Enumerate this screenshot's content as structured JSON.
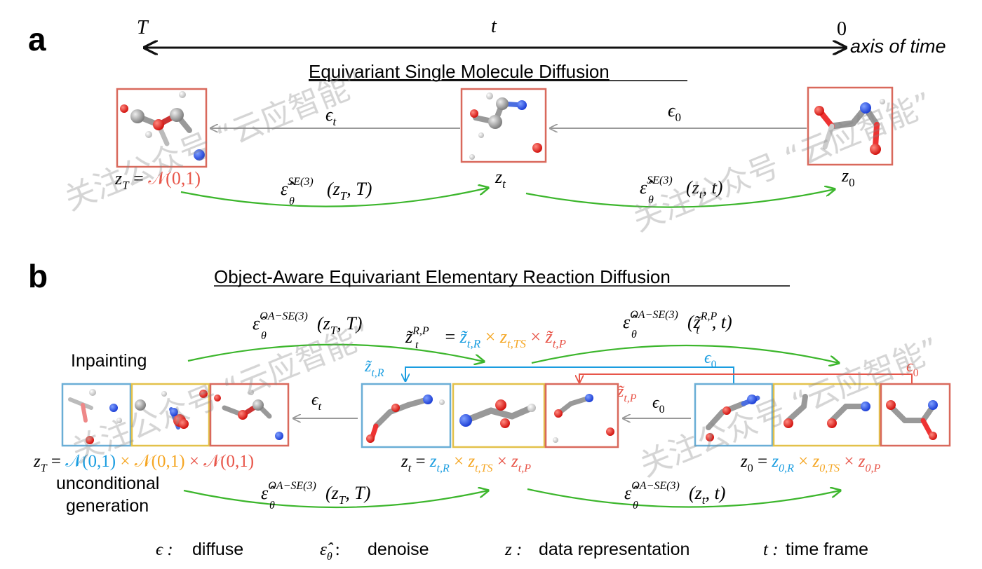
{
  "panel_a": {
    "label": "a",
    "title": "Equivariant Single Molecule Diffusion",
    "time_axis": {
      "left": "T",
      "middle": "t",
      "right": "0",
      "caption": "axis of time"
    },
    "eps_t": "ϵ",
    "eps_t_sub": "t",
    "eps_0": "ϵ",
    "eps_0_sub": "0",
    "zT_lhs": "z",
    "zT_lhs_sub": "T",
    "zT_eq": " = ",
    "zT_rhs": "𝒩(0,1)",
    "zt": "z",
    "zt_sub": "t",
    "z0": "z",
    "z0_sub": "0",
    "denoise_1": "ε̂",
    "denoise_1_sup": "SE(3)",
    "denoise_1_sub": "θ",
    "denoise_1_args": "(z",
    "denoise_1_args_sub": "T",
    "denoise_1_args_end": ", T)",
    "denoise_2": "ε̂",
    "denoise_2_sup": "SE(3)",
    "denoise_2_sub": "θ",
    "denoise_2_args": "(z",
    "denoise_2_args_sub": "t",
    "denoise_2_args_end": ", t)"
  },
  "panel_b": {
    "label": "b",
    "title": "Object-Aware Equivariant Elementary Reaction Diffusion",
    "inpainting": "Inpainting",
    "unconditional_1": "unconditional",
    "unconditional_2": "generation",
    "top_left_eps": "ε̂",
    "top_left_sup": "OA−SE(3)",
    "top_left_sub": "θ",
    "top_left_args": "(z",
    "top_left_args_sub": "T",
    "top_left_args_end": ", T)",
    "top_right_eps": "ε̂",
    "top_right_sup": "OA−SE(3)",
    "top_right_sub": "θ",
    "top_right_args": "(z̃",
    "top_right_args_sup": "R,P",
    "top_right_args_sub": "t",
    "top_right_args_end": ", t)",
    "center_eq_lhs": "z̃",
    "center_eq_lhs_sup": "R,P",
    "center_eq_lhs_sub": "t",
    "center_eq_eq": " = ",
    "center_eq_R": "z̃",
    "center_eq_R_sub": "t,R",
    "center_eq_TS": "z",
    "center_eq_TS_sub": "t,TS",
    "center_eq_P": "z̃",
    "center_eq_P_sub": "t,P",
    "times": " × ",
    "ztR_label": "z̃",
    "ztR_label_sub": "t,R",
    "ztP_label": "z̃",
    "ztP_label_sub": "t,P",
    "eps0_blue": "ϵ",
    "eps0_blue_sub": "0",
    "eps0_red": "ϵ",
    "eps0_red_sub": "0",
    "eps0_gray": "ϵ",
    "eps0_gray_sub": "0",
    "eps_t": "ϵ",
    "eps_t_sub": "t",
    "zT_lhs": "z",
    "zT_lhs_sub": "T",
    "zT_eq": " = ",
    "zT_R": "𝒩(0,1)",
    "zT_TS": "𝒩(0,1)",
    "zT_P": "𝒩(0,1)",
    "zt_lhs": "z",
    "zt_lhs_sub": "t",
    "zt_R": "z",
    "zt_R_sub": "t,R",
    "zt_TS": "z",
    "zt_TS_sub": "t,TS",
    "zt_P": "z",
    "zt_P_sub": "t,P",
    "z0_lhs": "z",
    "z0_lhs_sub": "0",
    "z0_R": "z",
    "z0_R_sub": "0,R",
    "z0_TS": "z",
    "z0_TS_sub": "0,TS",
    "z0_P": "z",
    "z0_P_sub": "0,P",
    "bottom_left_eps": "ε̂",
    "bottom_left_sup": "OA−SE(3)",
    "bottom_left_sub": "θ",
    "bottom_left_args": "(z",
    "bottom_left_args_sub": "T",
    "bottom_left_args_end": ", T)",
    "bottom_right_eps": "ε̂",
    "bottom_right_sup": "OA−SE(3)",
    "bottom_right_sub": "θ",
    "bottom_right_args": "(z",
    "bottom_right_args_sub": "t",
    "bottom_right_args_end": ", t)"
  },
  "legend": {
    "diffuse_sym": "ϵ :",
    "diffuse": "diffuse",
    "denoise_sym": "ε̂",
    "denoise_sym_sub": "θ",
    "denoise_colon": ":",
    "denoise": "denoise",
    "data_sym": "z :",
    "data": "data representation",
    "time_sym": "t :",
    "time": "time frame"
  },
  "watermark": "关注公众号 “云应智能”",
  "colors": {
    "red": "#e8564a",
    "blue": "#1a9de0",
    "orange": "#f5a623",
    "green": "#3cb62c",
    "gray_arrow": "#9a9a9a",
    "box_red": "#d9695c",
    "box_blue": "#6aaed6",
    "box_yellow": "#e3c14a"
  }
}
